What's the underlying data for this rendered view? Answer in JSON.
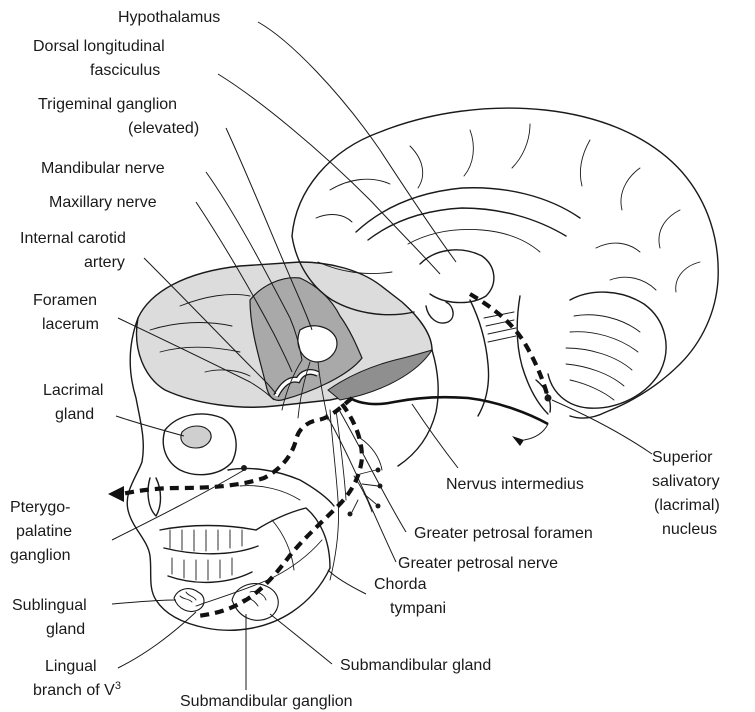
{
  "labels": {
    "hypothalamus": "Hypothalamus",
    "dorsal_longitudinal_1": "Dorsal longitudinal",
    "dorsal_longitudinal_2": "fasciculus",
    "trigeminal_1": "Trigeminal ganglion",
    "trigeminal_2": "(elevated)",
    "mandibular_nerve": "Mandibular nerve",
    "maxillary_nerve": "Maxillary nerve",
    "internal_carotid_1": "Internal carotid",
    "internal_carotid_2": "artery",
    "foramen_lacerum_1": "Foramen",
    "foramen_lacerum_2": "lacerum",
    "lacrimal_gland_1": "Lacrimal",
    "lacrimal_gland_2": "gland",
    "pterygo_1": "Pterygo-",
    "pterygo_2": "palatine",
    "pterygo_3": "ganglion",
    "sublingual_1": "Sublingual",
    "sublingual_2": "gland",
    "lingual_1": "Lingual",
    "lingual_2": "branch of V",
    "lingual_sup": "3",
    "submandibular_ganglion": "Submandibular ganglion",
    "submandibular_gland": "Submandibular gland",
    "chorda_1": "Chorda",
    "chorda_2": "tympani",
    "greater_petrosal_nerve": "Greater petrosal nerve",
    "greater_petrosal_foramen": "Greater petrosal foramen",
    "nervus_intermedius": "Nervus intermedius",
    "superior_1": "Superior",
    "superior_2": "salivatory",
    "superior_3": "(lacrimal)",
    "superior_4": "nucleus"
  },
  "colors": {
    "ink": "#1a1a1a",
    "cranial_floor": "#dcdcdc",
    "middle_fossa": "#a9a9a9",
    "dark_fossa": "#8f8f8f"
  }
}
